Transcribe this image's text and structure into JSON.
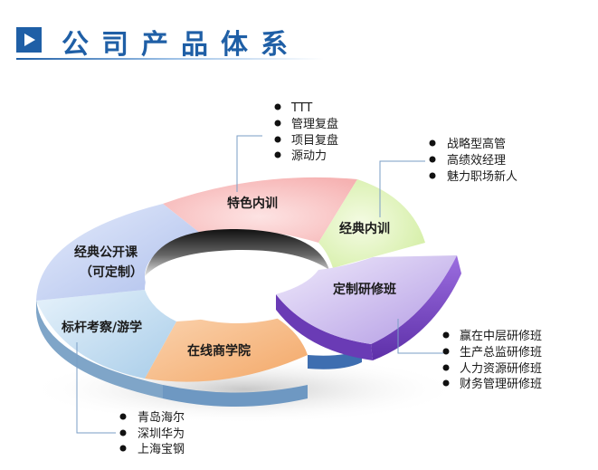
{
  "header": {
    "title": "公司产品体系"
  },
  "segments": {
    "tese": "特色内训",
    "jingdian_neixun": "经典内训",
    "dingzhi": "定制研修班",
    "zaixian": "在线商学院",
    "biaogan": "标杆考察/游学",
    "gongkai_line1": "经典公开课",
    "gongkai_line2": "（可定制）"
  },
  "lists": {
    "tese": [
      "TTT",
      "管理复盘",
      "项目复盘",
      "源动力"
    ],
    "jingdian_neixun": [
      "战略型高管",
      "高绩效经理",
      "魅力职场新人"
    ],
    "dingzhi": [
      "赢在中层研修班",
      "生产总监研修班",
      "人力资源研修班",
      "财务管理研修班"
    ],
    "biaogan": [
      "青岛海尔",
      "深圳华为",
      "上海宝钢"
    ]
  },
  "colors": {
    "title": "#1f5fa6",
    "pink": "#f8b5b5",
    "green": "#dcf3b0",
    "purple": "#b89ee6",
    "orange": "#f7b47a",
    "blue": "#bcd9ee",
    "periwinkle": "#c1cff2"
  }
}
